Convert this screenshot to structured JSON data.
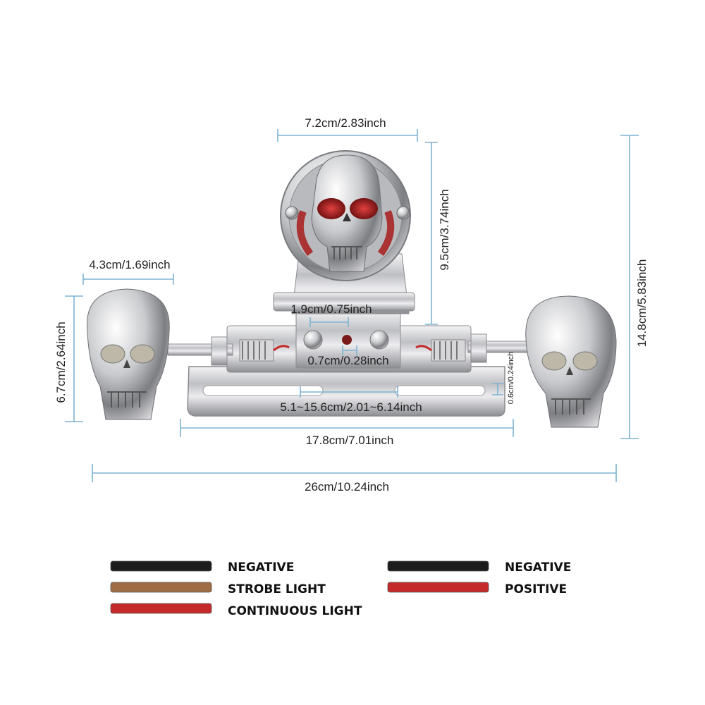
{
  "dimensions": {
    "head_width": "7.2cm/2.83inch",
    "head_height": "9.5cm/3.74inch",
    "total_height": "14.8cm/5.83inch",
    "signal_width": "4.3cm/1.69inch",
    "signal_height": "6.7cm/2.64inch",
    "bolt_spacing": "1.9cm/0.75inch",
    "hole_size": "0.7cm/0.28inch",
    "slot_range": "5.1~15.6cm/2.01~6.14inch",
    "slot_width": "0.6cm/0.24inch",
    "plate_width": "17.8cm/7.01inch",
    "total_width": "26cm/10.24inch"
  },
  "legend": {
    "left": [
      {
        "label": "NEGATIVE",
        "color": "#1c1c1c"
      },
      {
        "label": "STROBE LIGHT",
        "color": "#a06c44"
      },
      {
        "label": "CONTINUOUS LIGHT",
        "color": "#c42a2a"
      }
    ],
    "right": [
      {
        "label": "NEGATIVE",
        "color": "#1c1c1c"
      },
      {
        "label": "POSITIVE",
        "color": "#c42a2a"
      }
    ]
  },
  "colors": {
    "dimension_line": "#7fb3d3",
    "chrome": "#c8c8cc",
    "lens": "#8b1111"
  }
}
